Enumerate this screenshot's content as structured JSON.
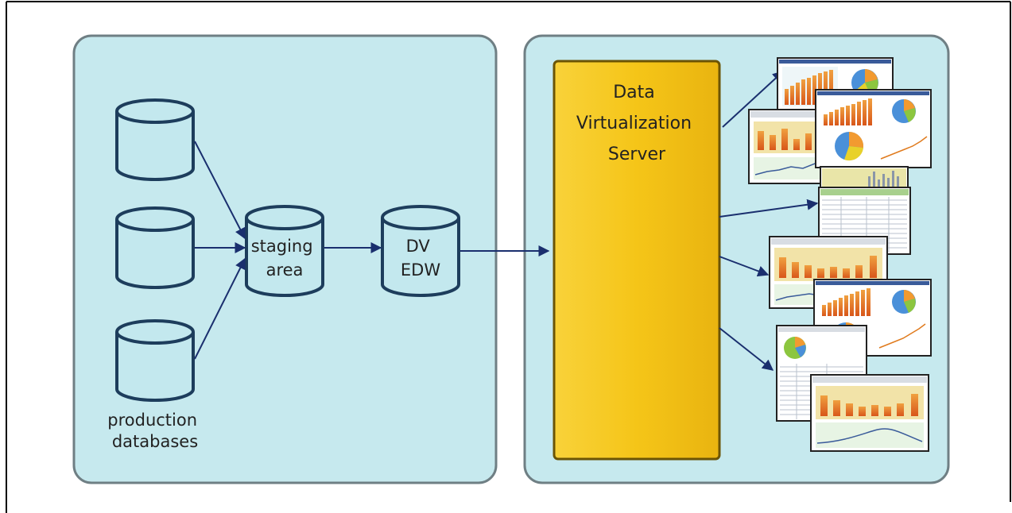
{
  "labels": {
    "production": [
      "production",
      "databases"
    ],
    "staging": [
      "staging",
      "area"
    ],
    "dv_edw": [
      "DV",
      "EDW"
    ],
    "server": [
      "Data",
      "Virtualization",
      "Server"
    ]
  },
  "colors": {
    "panel_fill": "#c6e9ee",
    "panel_border": "#6f7f84",
    "cylinder_fill": "#c3e8ee",
    "cylinder_stroke": "#1d3d5c",
    "arrow": "#1a2f6e",
    "server_fill": "#f5c518",
    "server_border": "#6b5405",
    "report_bars": "#e07b1e",
    "report_header": "#3a5b9a"
  },
  "icons": [
    "database-cylinder-icon",
    "dashboard-report-thumbnail"
  ]
}
